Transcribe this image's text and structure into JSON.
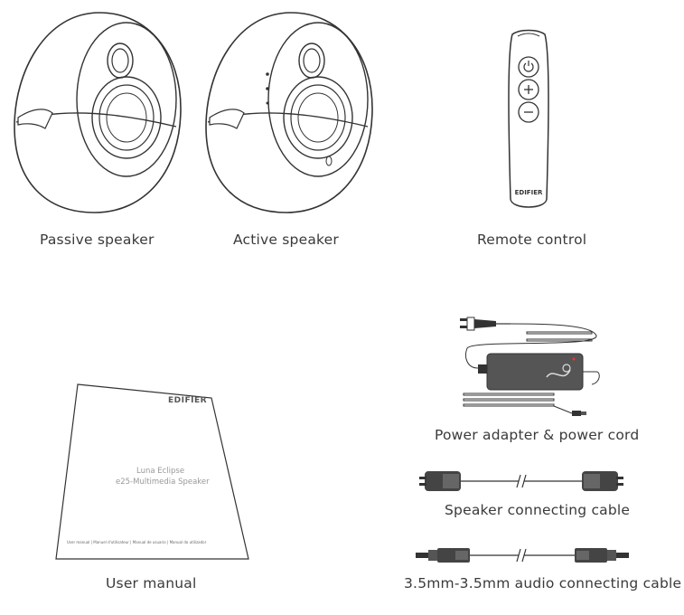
{
  "items": {
    "passive_speaker": {
      "label": "Passive speaker"
    },
    "active_speaker": {
      "label": "Active speaker"
    },
    "remote_control": {
      "label": "Remote control",
      "brand": "EDIFIER"
    },
    "power_adapter": {
      "label": "Power adapter & power cord"
    },
    "speaker_cable": {
      "label": "Speaker connecting cable"
    },
    "audio_cable": {
      "label": "3.5mm-3.5mm audio connecting cable"
    },
    "user_manual": {
      "label": "User manual",
      "brand": "EDIFIER",
      "title_line1": "Luna Eclipse",
      "title_line2": "e25-Multimedia Speaker",
      "footer": "User manual | Manuel d'utilisateur | Manual de usuario | Manual do utilizador"
    }
  }
}
